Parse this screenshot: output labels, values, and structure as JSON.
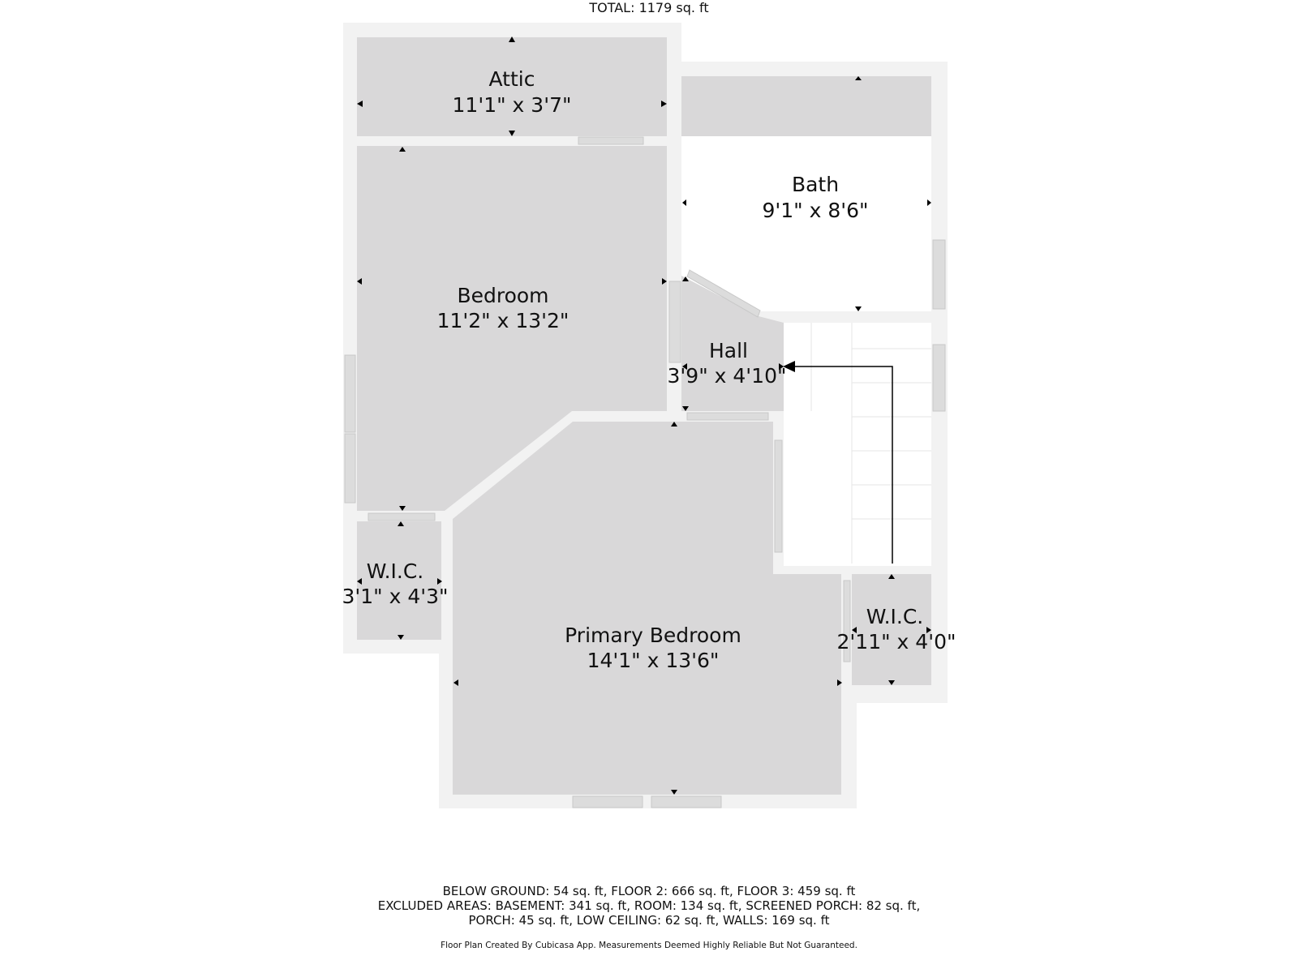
{
  "rooms": {
    "attic": {
      "name": "Attic",
      "dims": "11'1\" x 3'7\""
    },
    "bedroom": {
      "name": "Bedroom",
      "dims": "11'2\" x 13'2\""
    },
    "bath": {
      "name": "Bath",
      "dims": "9'1\" x 8'6\""
    },
    "hall": {
      "name": "Hall",
      "dims": "3'9\" x 4'10\""
    },
    "wic_left": {
      "name": "W.I.C.",
      "dims": "3'1\" x 4'3\""
    },
    "primary": {
      "name": "Primary Bedroom",
      "dims": "14'1\" x 13'6\""
    },
    "wic_right": {
      "name": "W.I.C.",
      "dims": "2'11\" x 4'0\""
    }
  },
  "summary": {
    "total_label": "TOTAL: 1179 sq. ft",
    "line1": "BELOW GROUND: 54 sq. ft, FLOOR 2: 666 sq. ft, FLOOR 3: 459 sq. ft",
    "line2": "EXCLUDED AREAS: BASEMENT: 341 sq. ft, ROOM: 134 sq. ft, SCREENED PORCH: 82 sq. ft,",
    "line3": "PORCH: 45 sq. ft, LOW CEILING: 62 sq. ft, WALLS: 169 sq. ft"
  },
  "credit": "Floor Plan Created By Cubicasa App. Measurements Deemed Highly Reliable But Not Guaranteed.",
  "colors": {
    "wall": "#f2f2f2",
    "room_fill": "#d9d8d9",
    "background": "#ffffff",
    "text": "#111111"
  }
}
